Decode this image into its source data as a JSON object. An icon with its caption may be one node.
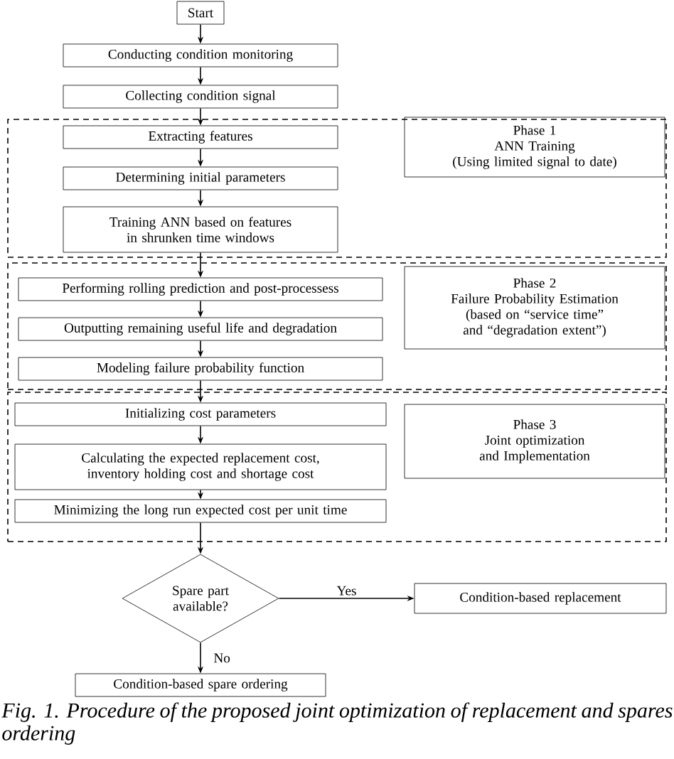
{
  "diagram": {
    "caption": "Fig. 1. Procedure of the proposed joint optimization of replacement and spares ordering",
    "nodes": [
      {
        "text": [
          "Start"
        ]
      },
      {
        "text": [
          "Conducting condition monitoring"
        ]
      },
      {
        "text": [
          "Collecting condition signal"
        ]
      },
      {
        "text": [],
        "shape": "box"
      },
      {
        "text": [
          "Extracting features"
        ],
        "in": 3
      },
      {
        "text": [
          "Determining initial parameters"
        ],
        "in": 3
      },
      {
        "text": [
          "Training ANN based on features in shrunken time windows"
        ],
        "in": 3
      },
      {
        "text": [
          "Phase 1",
          "ANN Training",
          "(Using limited signal to date)"
        ],
        "in": 3
      },
      {
        "text": [],
        "shape": "box"
      },
      {
        "text": [
          "Performing rolling prediction and post-processess"
        ],
        "in": 8
      },
      {
        "text": [
          "Outputting remaining useful life and degradation"
        ],
        "in": 8
      },
      {
        "text": [
          "Modeling failure probability function"
        ],
        "in": 8
      },
      {
        "text": [
          "Phase 2",
          "Failure Probability Estimation",
          "(based on “service time” and “degradation extent”)"
        ],
        "in": 8
      },
      {
        "text": [],
        "shape": "box"
      },
      {
        "text": [
          "Initializing cost parameters"
        ],
        "in": 13
      },
      {
        "text": [
          "Calculating the expected replacement cost, inventory holding cost and shortage cost"
        ],
        "in": 13
      },
      {
        "text": [
          "Minimizing the long run expected cost per unit time"
        ],
        "in": 13
      },
      {
        "text": [
          "Phase 3",
          "Joint optimization and Implementation"
        ],
        "in": 13
      },
      {
        "text": [
          "Spare part available?"
        ]
      },
      {
        "text": [
          "Condition-based replacement"
        ]
      },
      {
        "text": [
          "Condition-based spare ordering"
        ]
      }
    ],
    "edges": [
      {
        "from": 0,
        "to": 1,
        "arrow": "to"
      },
      {
        "from": 1,
        "to": 2,
        "arrow": "to"
      },
      {
        "from": 2,
        "to": 4,
        "arrow": "to"
      },
      {
        "from": 4,
        "to": 5,
        "arrow": "to"
      },
      {
        "from": 5,
        "to": 6,
        "arrow": "to"
      },
      {
        "from": 6,
        "to": 9,
        "arrow": "to"
      },
      {
        "from": 9,
        "to": 10,
        "arrow": "to"
      },
      {
        "from": 10,
        "to": 11,
        "arrow": "to"
      },
      {
        "from": 11,
        "to": 14,
        "arrow": "to"
      },
      {
        "from": 14,
        "to": 15,
        "arrow": "to"
      },
      {
        "from": 15,
        "to": 16,
        "arrow": "to"
      },
      {
        "from": 16,
        "to": 18,
        "arrow": "to"
      },
      {
        "from": 18,
        "to": 19,
        "arrow": "to",
        "label": "Yes"
      },
      {
        "from": 18,
        "to": 20,
        "arrow": "to",
        "label": "No"
      }
    ]
  }
}
